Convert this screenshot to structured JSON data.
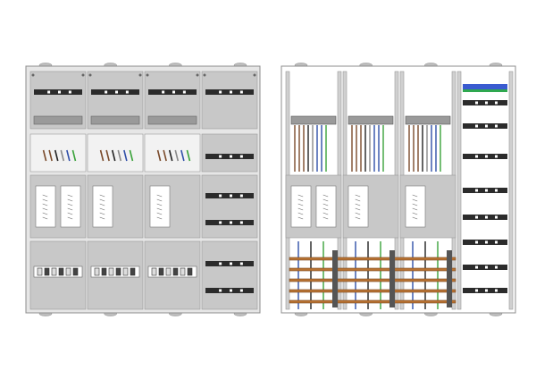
{
  "title": "",
  "colors": {
    "background": "#ffffff",
    "enclosure": "#e6e6e6",
    "enclosure_border": "#8c8c8c",
    "panel_gray": "#c8c8c8",
    "panel_light": "#f2f2f2",
    "din_rail": "#2b2b2b",
    "terminal_gray": "#9a9a9a",
    "wire_brown": "#7a4a2a",
    "wire_blue": "#2f4fa8",
    "wire_black": "#222222",
    "wire_green": "#3aa23a",
    "wire_gray": "#8a8a8a",
    "busbar_copper": "#b87333",
    "label_blue": "#3a5bd0",
    "label_green": "#2fa84f"
  },
  "front_view": {
    "name": "closed-enclosure-front",
    "columns": 4,
    "meter_columns": 3
  },
  "open_view": {
    "name": "open-enclosure-interior",
    "columns": 4,
    "meter_columns": 3
  }
}
